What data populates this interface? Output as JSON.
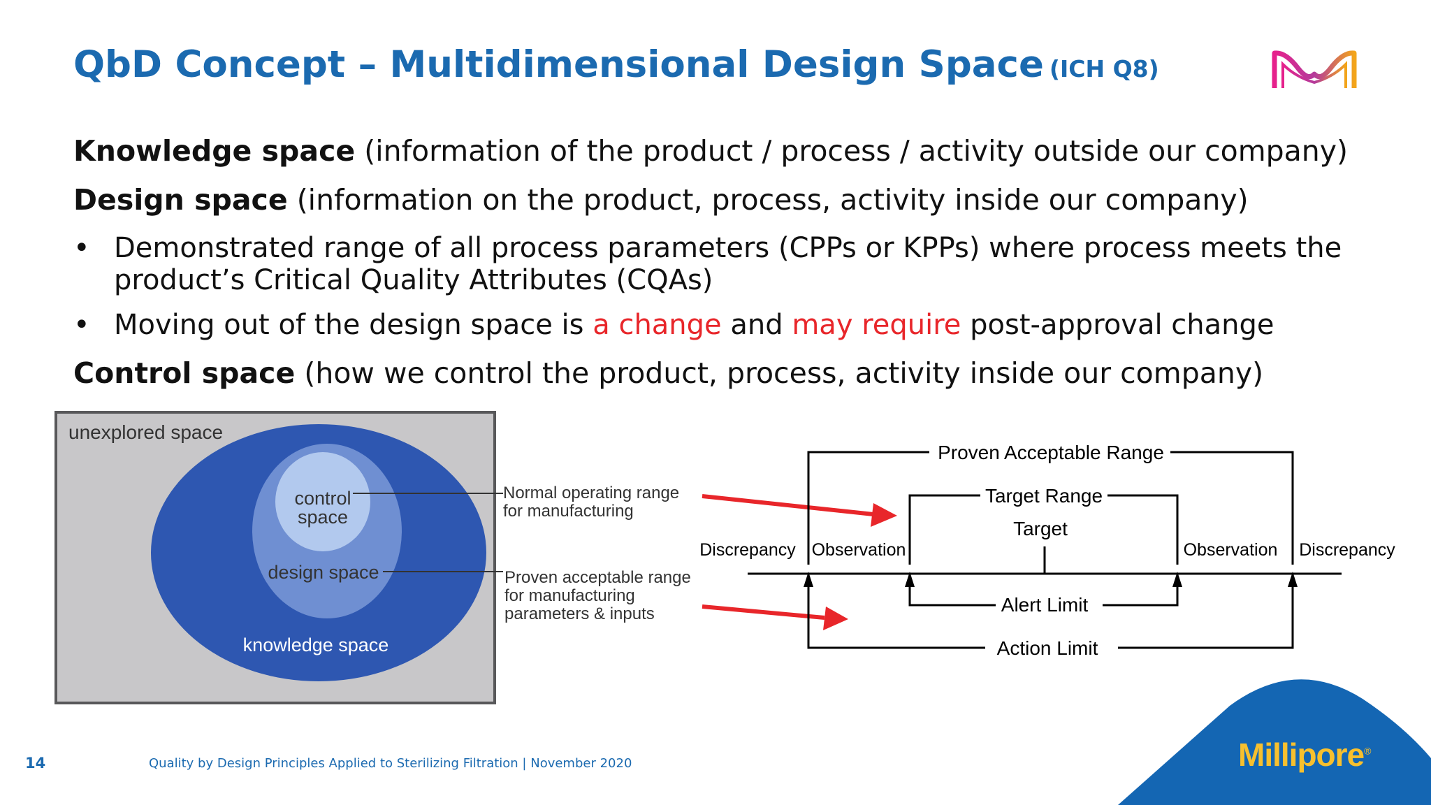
{
  "title": {
    "main": "QbD Concept – Multidimensional Design Space",
    "sub": "(ICH Q8)"
  },
  "knowledge": {
    "term": "Knowledge space",
    "desc": "(information of the product / process / activity outside our company)"
  },
  "design": {
    "term": "Design space",
    "desc": "(information on the product, process, activity inside our company)"
  },
  "bullets": [
    {
      "symbol": "•",
      "line1": "Demonstrated range of all process parameters (CPPs or KPPs) where process meets the",
      "line2": "product’s Critical Quality Attributes (CQAs)"
    },
    {
      "symbol": "•",
      "a": "Moving out of the design space is ",
      "b": "a change",
      "c": " and ",
      "d": "may require",
      "e": " post-approval change"
    }
  ],
  "control": {
    "term": "Control space",
    "desc": "(how we control the product, process, activity inside our company)"
  },
  "venn": {
    "unexplored": "unexplored space",
    "control1": "control",
    "control2": "space",
    "design": "design space",
    "knowledge": "knowledge space",
    "normal1": "Normal operating range",
    "normal2": "for manufacturing",
    "proven1": "Proven acceptable range",
    "proven2": "for manufacturing",
    "proven3": "parameters & inputs"
  },
  "ranges": {
    "par": "Proven Acceptable Range",
    "target_range": "Target Range",
    "target": "Target",
    "disc_left": "Discrepancy",
    "obs_left": "Observation",
    "obs_right": "Observation",
    "disc_right": "Discrepancy",
    "alert": "Alert Limit",
    "action": "Action Limit"
  },
  "footer": {
    "page": "14",
    "text": "Quality by Design Principles Applied to Sterilizing Filtration | November 2020"
  },
  "brand": {
    "name": "Millipore",
    "mark": "®"
  },
  "colors": {
    "title_blue": "#1b6ab0",
    "accent_red": "#e8262a",
    "brand_yellow": "#f7c02e",
    "corner_blue": "#1466b3"
  }
}
